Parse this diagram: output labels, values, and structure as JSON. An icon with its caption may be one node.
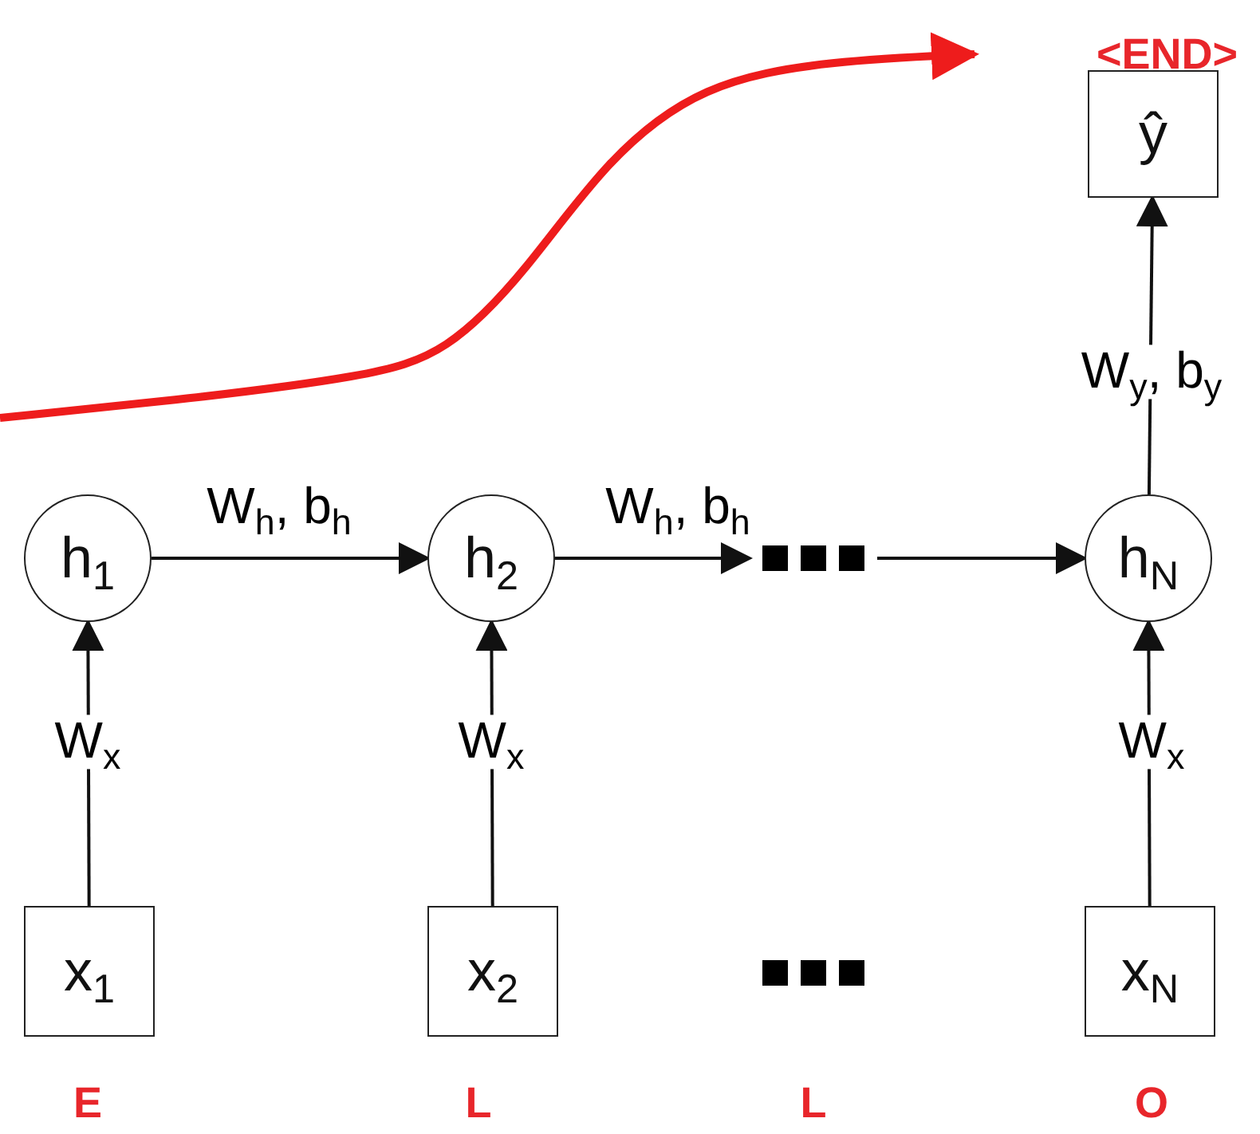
{
  "diagram": {
    "nodes": [
      {
        "text": [
          "<END>"
        ]
      },
      {
        "text": [
          "ŷ"
        ]
      },
      {
        "text": [
          "h$_{1}$"
        ]
      },
      {
        "text": [
          "h$_{2}$"
        ]
      },
      {
        "text": [],
        "shape": "dots"
      },
      {
        "text": [
          "h$_{N}$"
        ]
      },
      {
        "text": [
          "x$_{1}$"
        ]
      },
      {
        "text": [
          "x$_{2}$"
        ]
      },
      {
        "text": [
          "x$_{N}$"
        ]
      }
    ],
    "edges": [
      {
        "from": null,
        "to": 0,
        "arrow": "to",
        "style": "thick",
        "color": "#ee1c1c"
      },
      {
        "from": 5,
        "to": 1,
        "arrow": "to",
        "label": "W$_{y}$, b$_{y}$"
      },
      {
        "from": 2,
        "to": 3,
        "arrow": "to",
        "label": "W$_{h}$, b$_{h}$"
      },
      {
        "from": 3,
        "to": 4,
        "arrow": "to",
        "label": "W$_{h}$, b$_{h}$"
      },
      {
        "from": 4,
        "to": 5,
        "arrow": "to"
      },
      {
        "from": 6,
        "to": 2,
        "arrow": "to",
        "label": "W$_{x}$"
      },
      {
        "from": 7,
        "to": 3,
        "arrow": "to",
        "label": "W$_{x}$"
      },
      {
        "from": 8,
        "to": 5,
        "arrow": "to",
        "label": "W$_{x}$"
      }
    ],
    "labels": [
      "E",
      "L",
      "L",
      "O"
    ]
  }
}
